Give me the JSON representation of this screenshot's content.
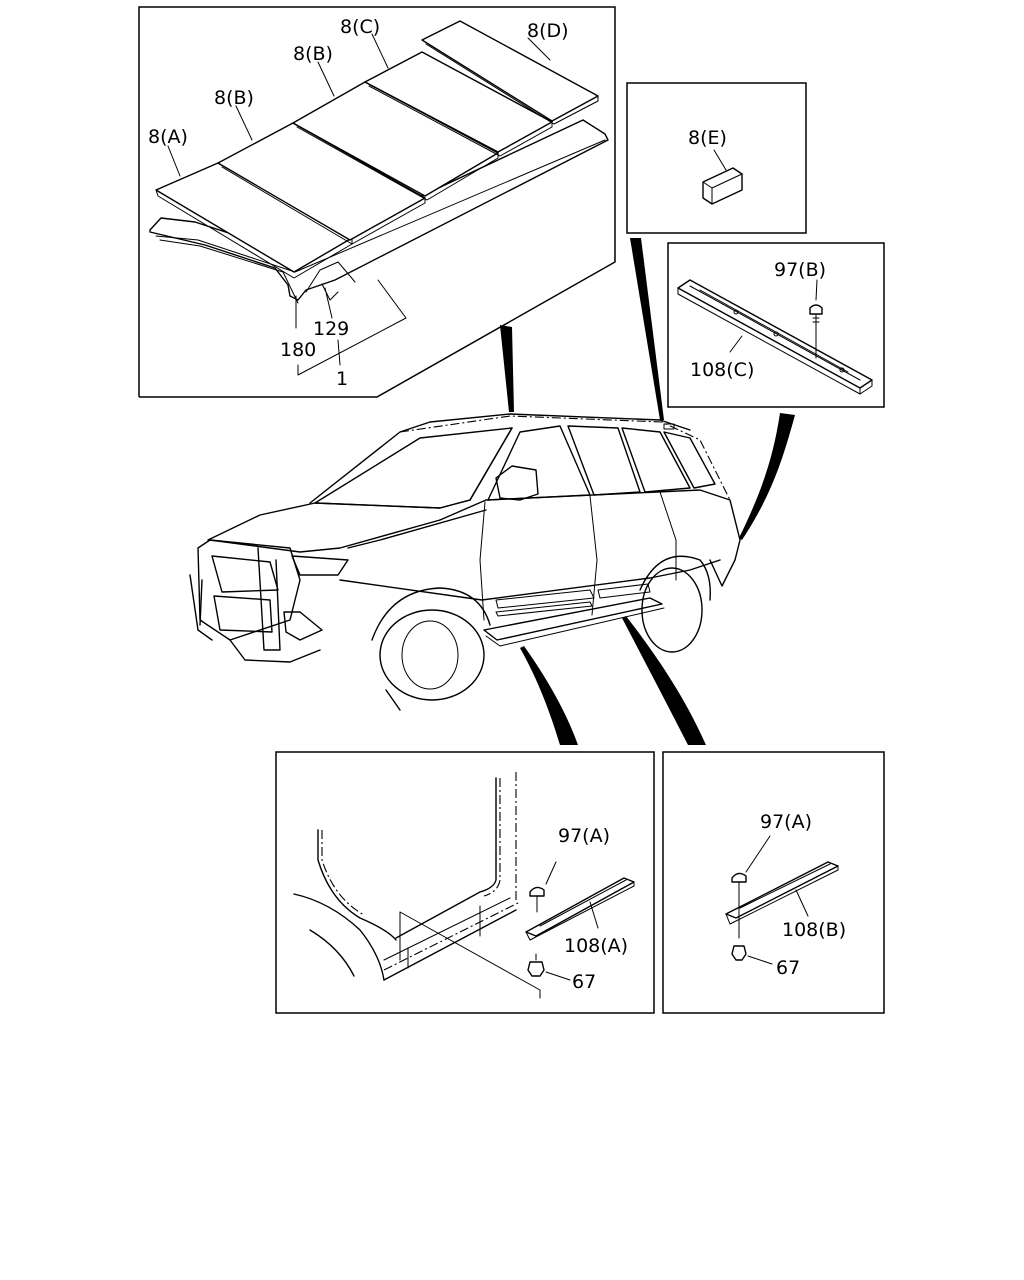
{
  "labels": {
    "roof_8a": "8(A)",
    "roof_8b_left": "8(B)",
    "roof_8b_right": "8(B)",
    "roof_8c": "8(C)",
    "roof_8d": "8(D)",
    "part_129": "129",
    "part_180": "180",
    "part_1": "1",
    "pad_8e": "8(E)",
    "clip_97b": "97(B)",
    "rail_108c": "108(C)",
    "clip_97a_left": "97(A)",
    "sill_108a": "108(A)",
    "nut_67_left": "67",
    "clip_97a_right": "97(A)",
    "sill_108b": "108(B)",
    "nut_67_right": "67"
  }
}
